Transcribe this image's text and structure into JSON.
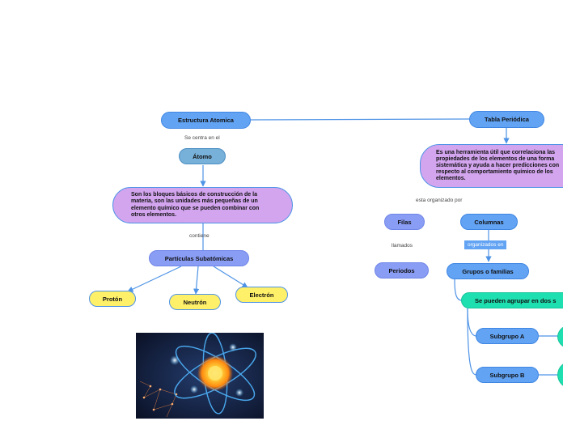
{
  "nodes": {
    "estructura_atomica": "Estructura Atomica",
    "atomo": "Átomo",
    "atomo_desc": "Son los bloques básicos de construcción de la materia, son las unidades más pequeñas de un elemento químico que se pueden combinar con otros elementos.",
    "particulas": "Partículas Subatómicas",
    "proton": "Protón",
    "neutron": "Neutrón",
    "electron": "Electrón",
    "tabla_periodica": "Tabla Periódica",
    "tabla_desc": "Es una herramienta útil que correlaciona las propiedades de los elementos de una forma sistemática y ayuda a hacer predicciones con respecto al comportamiento químico de los elementos.",
    "filas": "Filas",
    "columnas": "Columnas",
    "periodos": "Periodos",
    "grupos": "Grupos o familias",
    "agrupar": "Se pueden agrupar en dos s",
    "subgrupo_a": "Subgrupo A",
    "subgrupo_b": "Subgrupo B"
  },
  "links": {
    "se_centra": "Se centra en el",
    "contiene": "contiene",
    "organizado_por": "esta organizado por",
    "llamados": "llamados",
    "organizados_en": "organizados en"
  },
  "colors": {
    "blue_node": "#62a3f3",
    "purple_node": "#d3a5ef",
    "yellow_node": "#fff06a",
    "teal_node": "#1edfb0",
    "violet_node": "#8a9df4",
    "connector": "#4e93e6"
  },
  "image": {
    "subject": "atom illustration"
  }
}
